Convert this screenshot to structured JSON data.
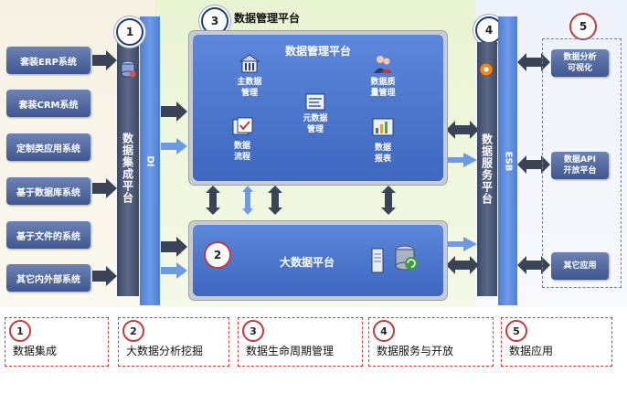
{
  "sources": [
    "套装ERP系统",
    "套装CRM系统",
    "定制类应用系统",
    "基于数据库系统",
    "基于文件的系统",
    "其它内外部系统"
  ],
  "integration": {
    "label": "数据集成平台",
    "badge": "1",
    "di_label": "DI"
  },
  "management": {
    "badge": "3",
    "outer_title": "数据管理平台",
    "inner_title": "数据管理平台",
    "items": {
      "master": "主数据\n管理",
      "quality": "数据质\n量管理",
      "meta": "元数据\n管理",
      "flow": "数据\n流程",
      "report": "数据\n报表"
    }
  },
  "bigdata": {
    "badge": "2",
    "title": "大数据平台"
  },
  "service": {
    "badge": "4",
    "label": "数据服务平台",
    "esb_label": "ESB"
  },
  "apps": {
    "badge": "5",
    "items": [
      "数据分析\n可视化",
      "数据API\n开放平台",
      "其它应用"
    ]
  },
  "legend": [
    {
      "num": "1",
      "label": "数据集成"
    },
    {
      "num": "2",
      "label": "大数据分析挖掘"
    },
    {
      "num": "3",
      "label": "数据生命周期管理"
    },
    {
      "num": "4",
      "label": "数据服务与开放"
    },
    {
      "num": "5",
      "label": "数据应用"
    }
  ],
  "colors": {
    "source_box": "#4a619a",
    "dark_bar": "#4a5775",
    "blue_bar": "#5b8ae0",
    "panel_blue": "#4c76cc",
    "legend_border": "#dd3333",
    "arrow_dark": "#3b4456",
    "arrow_blue": "#6e9ae2"
  }
}
